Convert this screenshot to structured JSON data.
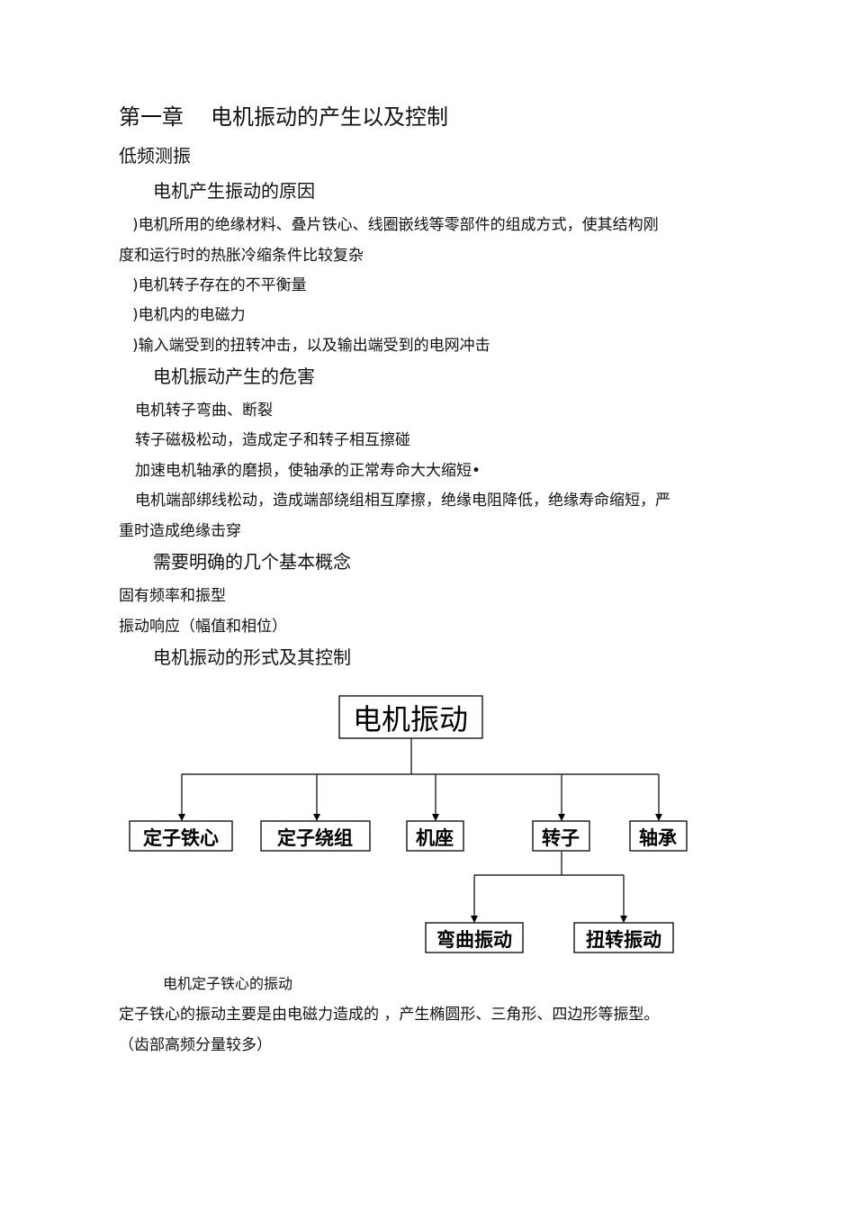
{
  "chapter": {
    "number": "第一章",
    "title": "电机振动的产生以及控制"
  },
  "section_low_freq": "低频测振",
  "causes": {
    "heading": "电机产生振动的原因",
    "items": [
      ")电机所用的绝缘材料、叠片铁心、线圈嵌线等零部件的组成方式，使其结构刚",
      "度和运行时的热胀冷缩条件比较复杂",
      ")电机转子存在的不平衡量",
      ")电机内的电磁力",
      ")输入端受到的扭转冲击，以及输出端受到的电网冲击"
    ]
  },
  "hazards": {
    "heading": "电机振动产生的危害",
    "items": [
      "电机转子弯曲、断裂",
      "转子磁极松动，造成定子和转子相互擦碰",
      "加速电机轴承的磨损，使轴承的正常寿命大大缩短•",
      "电机端部绑线松动，造成端部绕组相互摩擦，绝缘电阻降低，绝缘寿命缩短，严",
      "重时造成绝缘击穿"
    ]
  },
  "concepts": {
    "heading": "需要明确的几个基本概念",
    "items": [
      "固有频率和振型",
      "振动响应（幅值和相位）"
    ]
  },
  "forms_heading": "电机振动的形式及其控制",
  "diagram": {
    "root": "电机振动",
    "children": [
      "定子铁心",
      "定子绕组",
      "机座",
      "转子",
      "轴承"
    ],
    "rotor_children": [
      "弯曲振动",
      "扭转振动"
    ]
  },
  "stator": {
    "heading": "电机定子铁心的振动",
    "line1": "定子铁心的振动主要是由电磁力造成的  ，产生椭圆形、三角形、四边形等振型。",
    "line2": "（齿部高频分量较多）"
  }
}
